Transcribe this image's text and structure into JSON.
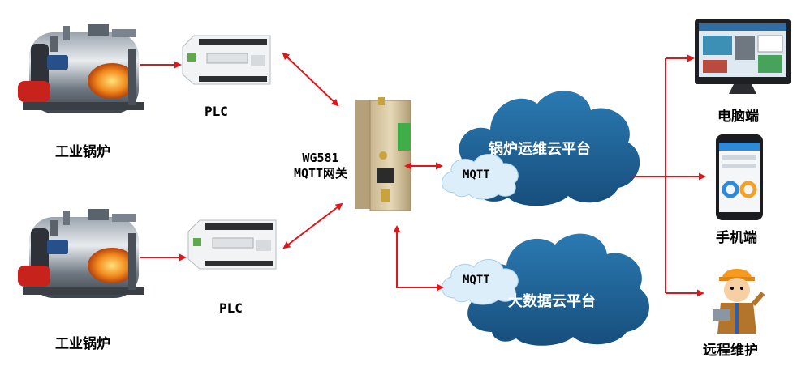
{
  "boiler_top_label": "工业锅炉",
  "boiler_bottom_label": "工业锅炉",
  "plc_top_label": "PLC",
  "plc_bottom_label": "PLC",
  "gateway_label_line1": "WG581",
  "gateway_label_line2": "MQTT网关",
  "cloud_top_label": "锅炉运维云平台",
  "cloud_bottom_label": "大数据云平台",
  "mqtt_top_label": "MQTT",
  "mqtt_bottom_label": "MQTT",
  "computer_label": "电脑端",
  "phone_label": "手机端",
  "engineer_label": "远程维护",
  "colors": {
    "arrow": "#e0161b",
    "cloud": "#1f5f8f",
    "cloud_dark": "#163f66",
    "mqtt_cloud": "#dbeefa"
  },
  "icons": [
    "industrial-boiler-icon",
    "plc-icon",
    "gateway-device-icon",
    "monitor-icon",
    "smartphone-icon",
    "engineer-icon"
  ]
}
